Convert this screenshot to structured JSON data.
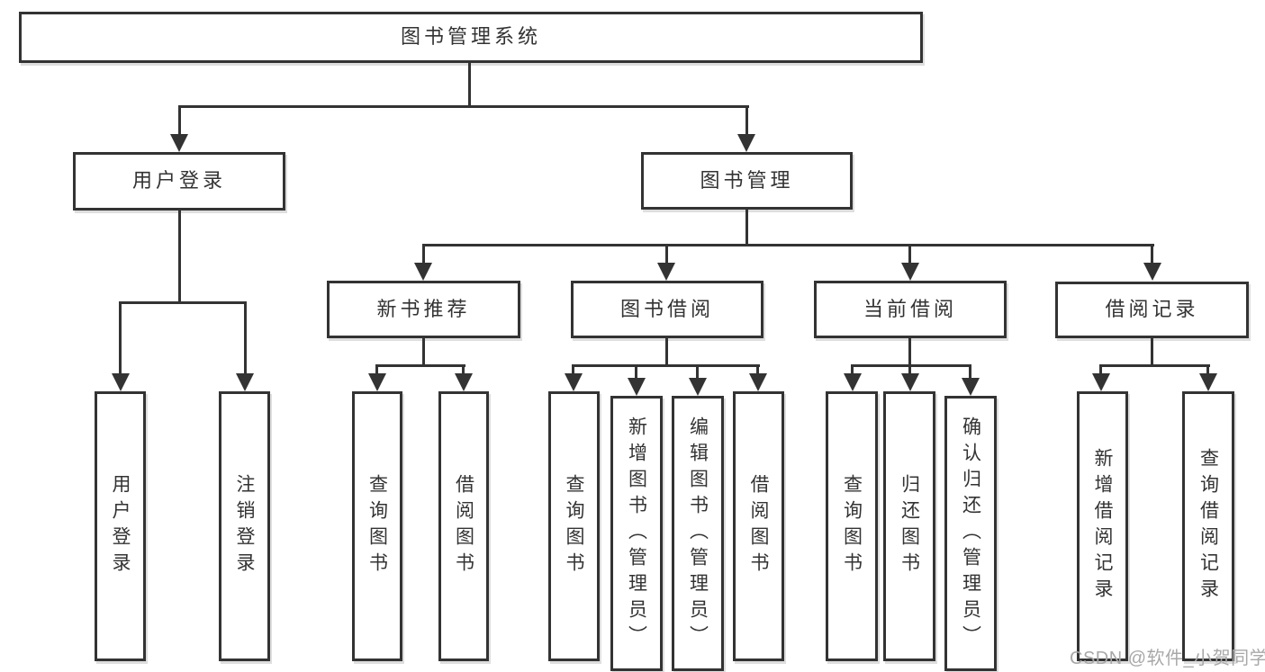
{
  "tree": {
    "title": "图书管理系统",
    "children": [
      {
        "label": "用户登录",
        "children": [
          {
            "label": "用户登录"
          },
          {
            "label": "注销登录"
          }
        ]
      },
      {
        "label": "图书管理",
        "children": [
          {
            "label": "新书推荐",
            "children": [
              {
                "label": "查询图书"
              },
              {
                "label": "借阅图书"
              }
            ]
          },
          {
            "label": "图书借阅",
            "children": [
              {
                "label": "查询图书"
              },
              {
                "label": "新增图书（管理员）"
              },
              {
                "label": "编辑图书（管理员）"
              },
              {
                "label": "借阅图书"
              }
            ]
          },
          {
            "label": "当前借阅",
            "children": [
              {
                "label": "查询图书"
              },
              {
                "label": "归还图书"
              },
              {
                "label": "确认归还（管理员）"
              }
            ]
          },
          {
            "label": "借阅记录",
            "children": [
              {
                "label": "新增借阅记录"
              },
              {
                "label": "查询借阅记录"
              }
            ]
          }
        ]
      }
    ]
  },
  "watermark": {
    "text": "CSDN @软件_小贺同学"
  },
  "colors": {
    "line": "#333333",
    "text": "#333333",
    "watermark": "#a8a8a8",
    "background": "#ffffff"
  }
}
